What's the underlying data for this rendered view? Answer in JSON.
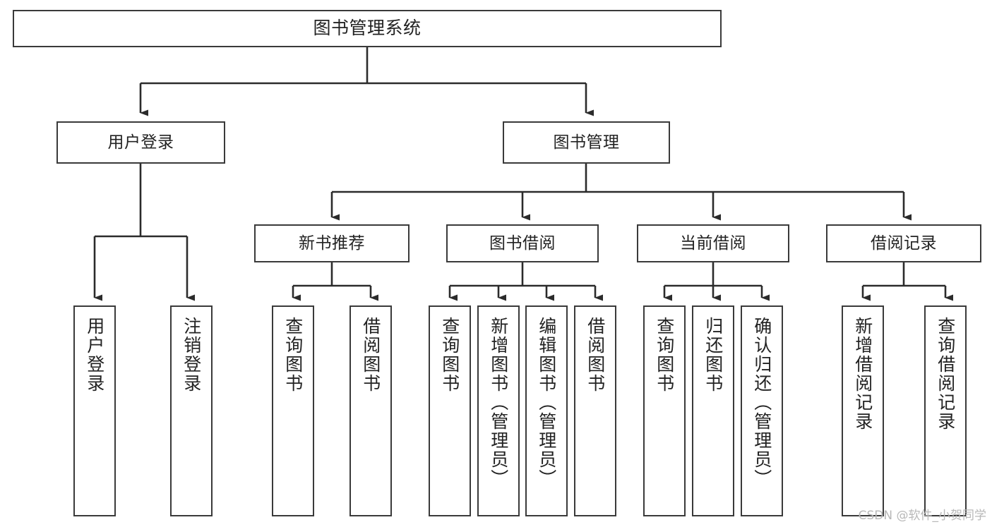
{
  "diagram": {
    "type": "tree-hierarchy-chart",
    "title": "图书管理系统",
    "background_color": "#ffffff",
    "stroke_color": "#3a3a3a",
    "text_color": "#222222"
  },
  "root": {
    "label": "图书管理系统"
  },
  "tier2": [
    {
      "label": "用户登录"
    },
    {
      "label": "图书管理"
    }
  ],
  "tier3": [
    {
      "label": "新书推荐"
    },
    {
      "label": "图书借阅"
    },
    {
      "label": "当前借阅"
    },
    {
      "label": "借阅记录"
    }
  ],
  "leaves": {
    "user_login": [
      {
        "label": "用户登录"
      },
      {
        "label": "注销登录"
      }
    ],
    "new_book": [
      {
        "label": "查询图书"
      },
      {
        "label": "借阅图书"
      }
    ],
    "book_borrow": [
      {
        "label": "查询图书"
      },
      {
        "label": "新增图书（管理员）"
      },
      {
        "label": "编辑图书（管理员）"
      },
      {
        "label": "借阅图书"
      }
    ],
    "current_borrow": [
      {
        "label": "查询图书"
      },
      {
        "label": "归还图书"
      },
      {
        "label": "确认归还（管理员）"
      }
    ],
    "borrow_record": [
      {
        "label": "新增借阅记录"
      },
      {
        "label": "查询借阅记录"
      }
    ]
  },
  "watermark": {
    "text": "CSDN @软件_小贺同学"
  }
}
